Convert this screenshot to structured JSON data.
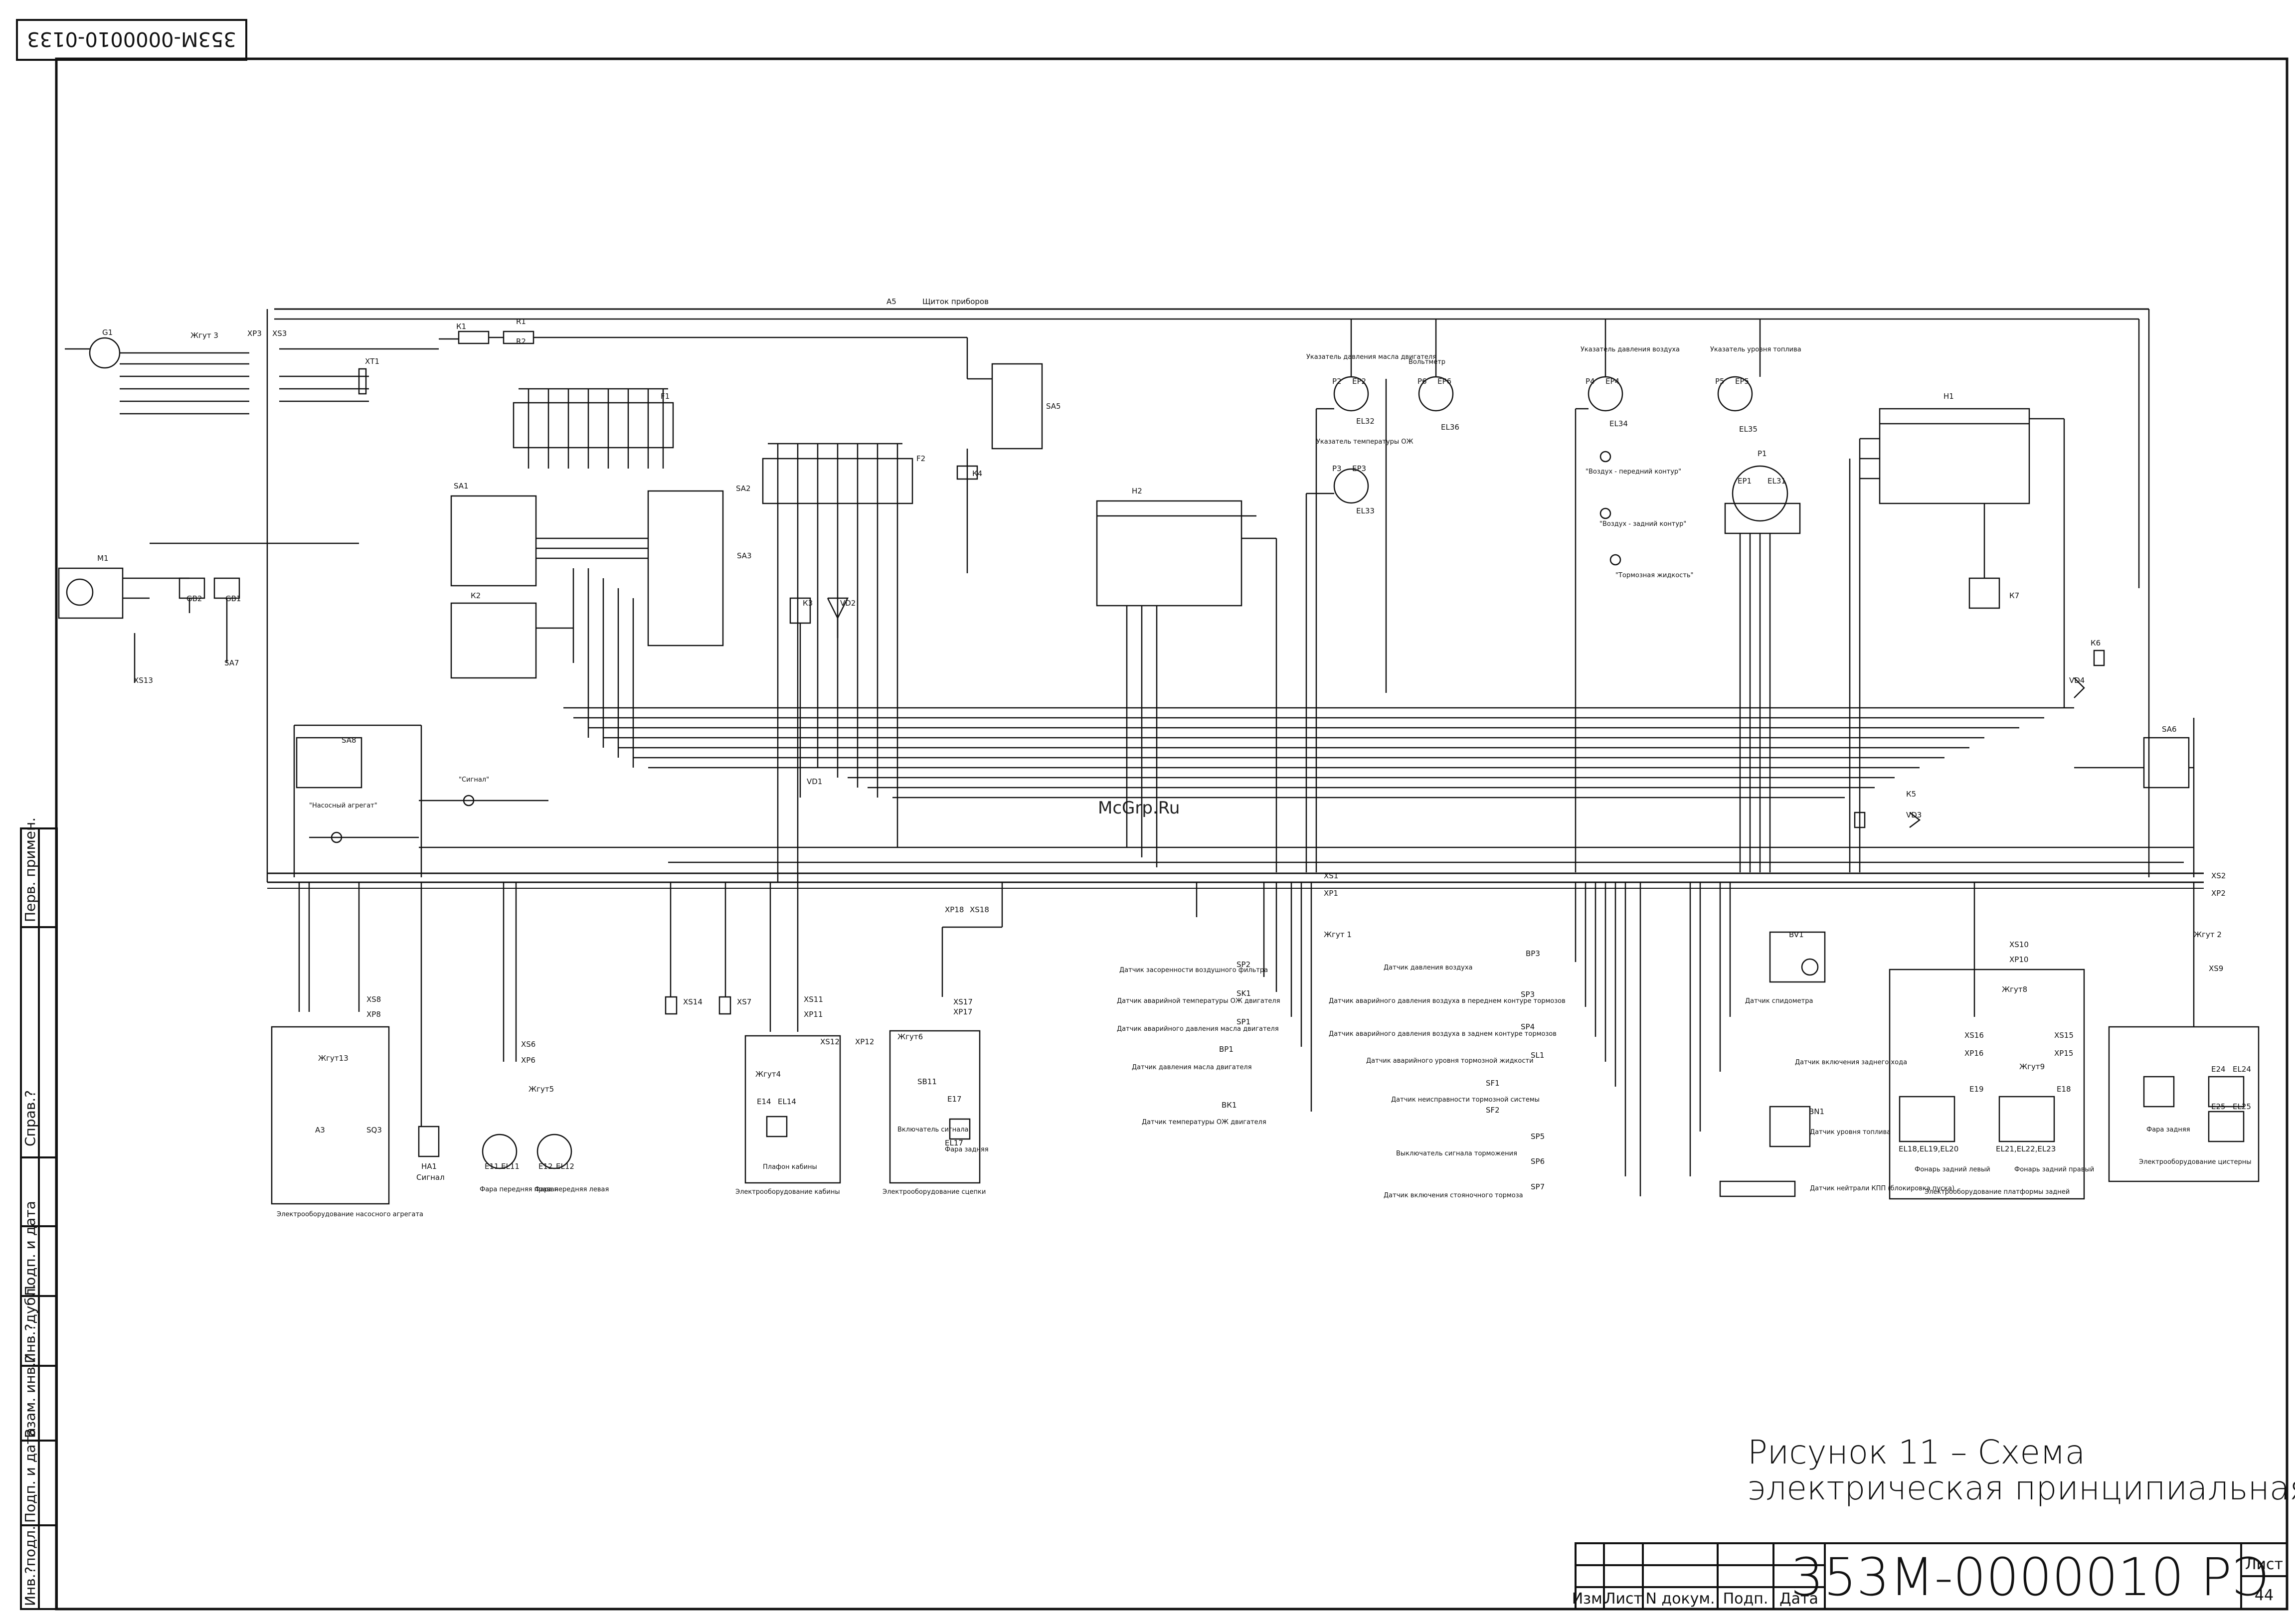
{
  "document": {
    "top_code": "353M-0000010-0133",
    "figure_caption_line1": "Рисунок 11 – Схема",
    "figure_caption_line2": "электрическая принципиальная",
    "doc_number": "353M-0000010 РЭ",
    "sheet_label": "Лист",
    "sheet_number": "44",
    "watermark": "McGrp.Ru"
  },
  "title_block": {
    "columns": [
      "Изм.",
      "Лист",
      "N докум.",
      "Подп.",
      "Дата"
    ]
  },
  "side_stamp": [
    "Перв. примен.",
    "Справ.?",
    "Подп. и дата",
    "Инв.?дубл.",
    "Взам. инв.?",
    "Подп. и дата",
    "Инв.?подл."
  ],
  "diagram": {
    "panel_label": "А5",
    "panel_title": "Щиток приборов",
    "harness": [
      "Жгут 3",
      "Жгут 1",
      "Жгут 2",
      "Жгут13",
      "Жгут5",
      "Жгут4",
      "Жгут6",
      "Жгут8",
      "Жгут9"
    ],
    "connectors": [
      "ХР3",
      "ХS3",
      "ХТ1",
      "ХS1",
      "ХР1",
      "ХS2",
      "ХР2",
      "ХS8",
      "ХР8",
      "ХS6",
      "ХР6",
      "ХS14",
      "ХS7",
      "ХS11",
      "ХР11",
      "ХS12",
      "ХР12",
      "ХР18",
      "ХS18",
      "ХS17",
      "ХР17",
      "ХS10",
      "ХР10",
      "ХS16",
      "ХР16",
      "ХS15",
      "ХР15",
      "ХS9",
      "ХS13"
    ],
    "components": {
      "generator": "G1",
      "starter": "М1",
      "batteries": [
        "GB2",
        "GB1"
      ],
      "switch_mass": "SA7",
      "relay_k1": "К1",
      "resistors": [
        "R1",
        "R2"
      ],
      "fuse_block_f1": "F1",
      "fuse_block_f2": "F2",
      "switch_sa5": "SA5",
      "relay_k4": "К4",
      "sa1": "SA1",
      "sa2": "SA2",
      "sa3": "SA3",
      "k2": "К2",
      "k3": "К3",
      "vd1": "VD1",
      "vd2": "VD2",
      "h1": "Н1",
      "h2": "Н2",
      "p1": "Р1",
      "k5": "К5",
      "k6": "К6",
      "k7": "К7",
      "vd3": "VD3",
      "vd4": "VD4",
      "sa6": "SA6",
      "sa8": "SA8",
      "ha1": "НА1",
      "bv1": "BV1",
      "bn1": "BN1"
    },
    "gauges": [
      {
        "id": "Р2",
        "ep": "ЕР2",
        "el": "ЕL32",
        "label": "Указатель давления масла двигателя"
      },
      {
        "id": "Р3",
        "ep": "ЕР3",
        "el": "ЕL33",
        "label": "Указатель температуры ОЖ"
      },
      {
        "id": "Р6",
        "ep": "ЕР6",
        "el": "ЕL36",
        "label": "Вольтметр"
      },
      {
        "id": "Р4",
        "ep": "ЕР4",
        "el": "ЕL34",
        "label": "Указатель давления воздуха"
      },
      {
        "id": "Р5",
        "ep": "ЕР5",
        "el": "ЕL35",
        "label": "Указатель уровня топлива"
      },
      {
        "id": "Р1",
        "ep": "ЕР1",
        "el": "ЕL31",
        "label": ""
      }
    ],
    "lamps_text": [
      "\"Воздух - передний контур\"",
      "\"Воздух - задний контур\"",
      "\"Тормозная жидкость\"",
      "\"Насосный агрегат\"",
      "\"Сигнал\""
    ],
    "sensors_left": [
      {
        "id": "SP2",
        "label": "Датчик засоренности воздушного фильтра"
      },
      {
        "id": "SK1",
        "label": "Датчик аварийной температуры ОЖ двигателя"
      },
      {
        "id": "SP1",
        "label": "Датчик аварийного давления масла двигателя"
      },
      {
        "id": "ВР1",
        "label": "Датчик давления масла двигателя"
      },
      {
        "id": "ВК1",
        "label": "Датчик температуры ОЖ двигателя"
      }
    ],
    "sensors_right": [
      {
        "id": "ВР3",
        "label": "Датчик давления воздуха"
      },
      {
        "id": "SP3",
        "label": "Датчик аварийного давления воздуха в переднем контуре тормозов"
      },
      {
        "id": "SP4",
        "label": "Датчик аварийного давления воздуха в заднем контуре тормозов"
      },
      {
        "id": "SL1",
        "label": "Датчик аварийного уровня тормозной жидкости"
      },
      {
        "id": "SF1",
        "label": "Датчик неисправности тормозной системы"
      },
      {
        "id": "SF2",
        "label": ""
      },
      {
        "id": "SP5",
        "label": "Выключатель сигнала торможения"
      },
      {
        "id": "SP6",
        "label": ""
      },
      {
        "id": "SP7",
        "label": "Датчик включения стояночного тормоза"
      }
    ],
    "misc_labels": {
      "bv1": "Датчик спидометра",
      "sq2": "Датчик включения заднего хода",
      "bn1": "Датчик уровня топлива",
      "sq1": "Датчик нейтрали КПП (блокировка пуска)",
      "pump": "Электрооборудование насосного агрегата",
      "cab": "Электрооборудование кабины",
      "hitch": "Электрооборудование сцепки",
      "platform": "Электрооборудование платформы задней",
      "tank": "Электрооборудование цистерны",
      "headlight_l": "Фара передняя правая",
      "headlight_r": "Фара передняя левая",
      "horn": "Сигнал",
      "ceiling": "Плафон кабины",
      "lamp_left": "Фонарь задний левый",
      "lamp_right": "Фонарь задний правый",
      "rear_lamp": "Фара задняя",
      "rear_lamp2": "Фара задняя",
      "signal_switch": "Включатель сигнала"
    },
    "parts": {
      "sq3": "SQ3",
      "ha": "НА1",
      "e11": "Е11",
      "el11": "ЕL11",
      "e12": "Е12",
      "el12": "ЕL12",
      "e14": "Е14",
      "el14": "ЕL14",
      "sb11": "SB11",
      "e17": "Е17",
      "el17": "ЕL17",
      "e19": "Е19",
      "e18": "Е18",
      "el_left": "ЕL18,ЕL19,ЕL20",
      "el_right": "ЕL21,ЕL22,ЕL23",
      "e24": "Е24",
      "e25": "Е25",
      "el24": "ЕL24",
      "el25": "ЕL25",
      "a3": "А3"
    }
  }
}
